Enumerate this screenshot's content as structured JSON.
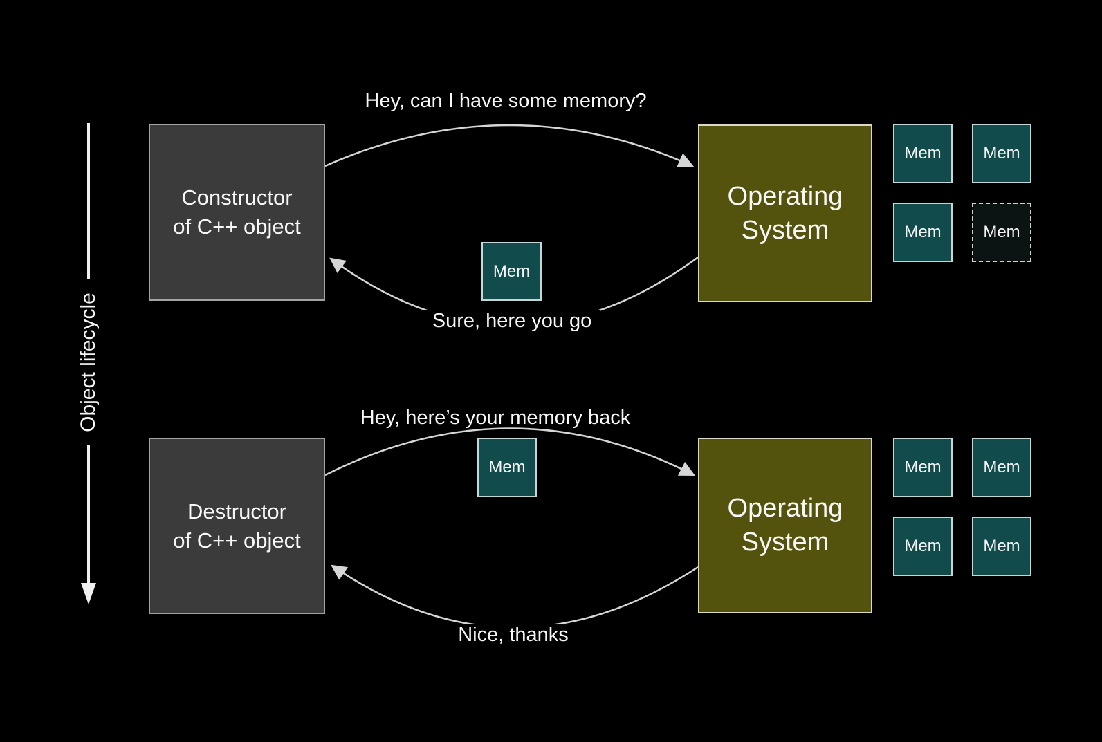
{
  "title": "Object lifecycle memory diagram",
  "colors": {
    "background": "#000000",
    "box-gray": "#3b3b3b",
    "box-gray-border": "#a3a3a3",
    "box-olive": "#53530e",
    "box-olive-border": "#d9d9c9",
    "box-teal": "#114b4b",
    "box-teal-border": "#c6d6d6",
    "dashed-bg": "#0c1313",
    "dashed-border": "#d0d0d0",
    "line": "#d6d6d6",
    "text": "#f7f7f7"
  },
  "lifecycle": {
    "label": "Object lifecycle"
  },
  "top_flow": {
    "request_label": "Hey, can I have some memory?",
    "response_label": "Sure, here you go",
    "left_box": {
      "line1": "Constructor",
      "line2": "of C++ object"
    },
    "right_box": {
      "line1": "Operating",
      "line2": "System"
    },
    "transfer_mem_label": "Mem"
  },
  "bottom_flow": {
    "request_label": "Hey, here’s your memory back",
    "response_label": "Nice, thanks",
    "left_box": {
      "line1": "Destructor",
      "line2": "of C++ object"
    },
    "right_box": {
      "line1": "Operating",
      "line2": "System"
    },
    "transfer_mem_label": "Mem"
  },
  "memory_grid_top": {
    "cells": [
      {
        "label": "Mem",
        "style": "solid"
      },
      {
        "label": "Mem",
        "style": "solid"
      },
      {
        "label": "Mem",
        "style": "solid"
      },
      {
        "label": "Mem",
        "style": "dashed"
      }
    ]
  },
  "memory_grid_bottom": {
    "cells": [
      {
        "label": "Mem",
        "style": "solid"
      },
      {
        "label": "Mem",
        "style": "solid"
      },
      {
        "label": "Mem",
        "style": "solid"
      },
      {
        "label": "Mem",
        "style": "solid"
      }
    ]
  }
}
